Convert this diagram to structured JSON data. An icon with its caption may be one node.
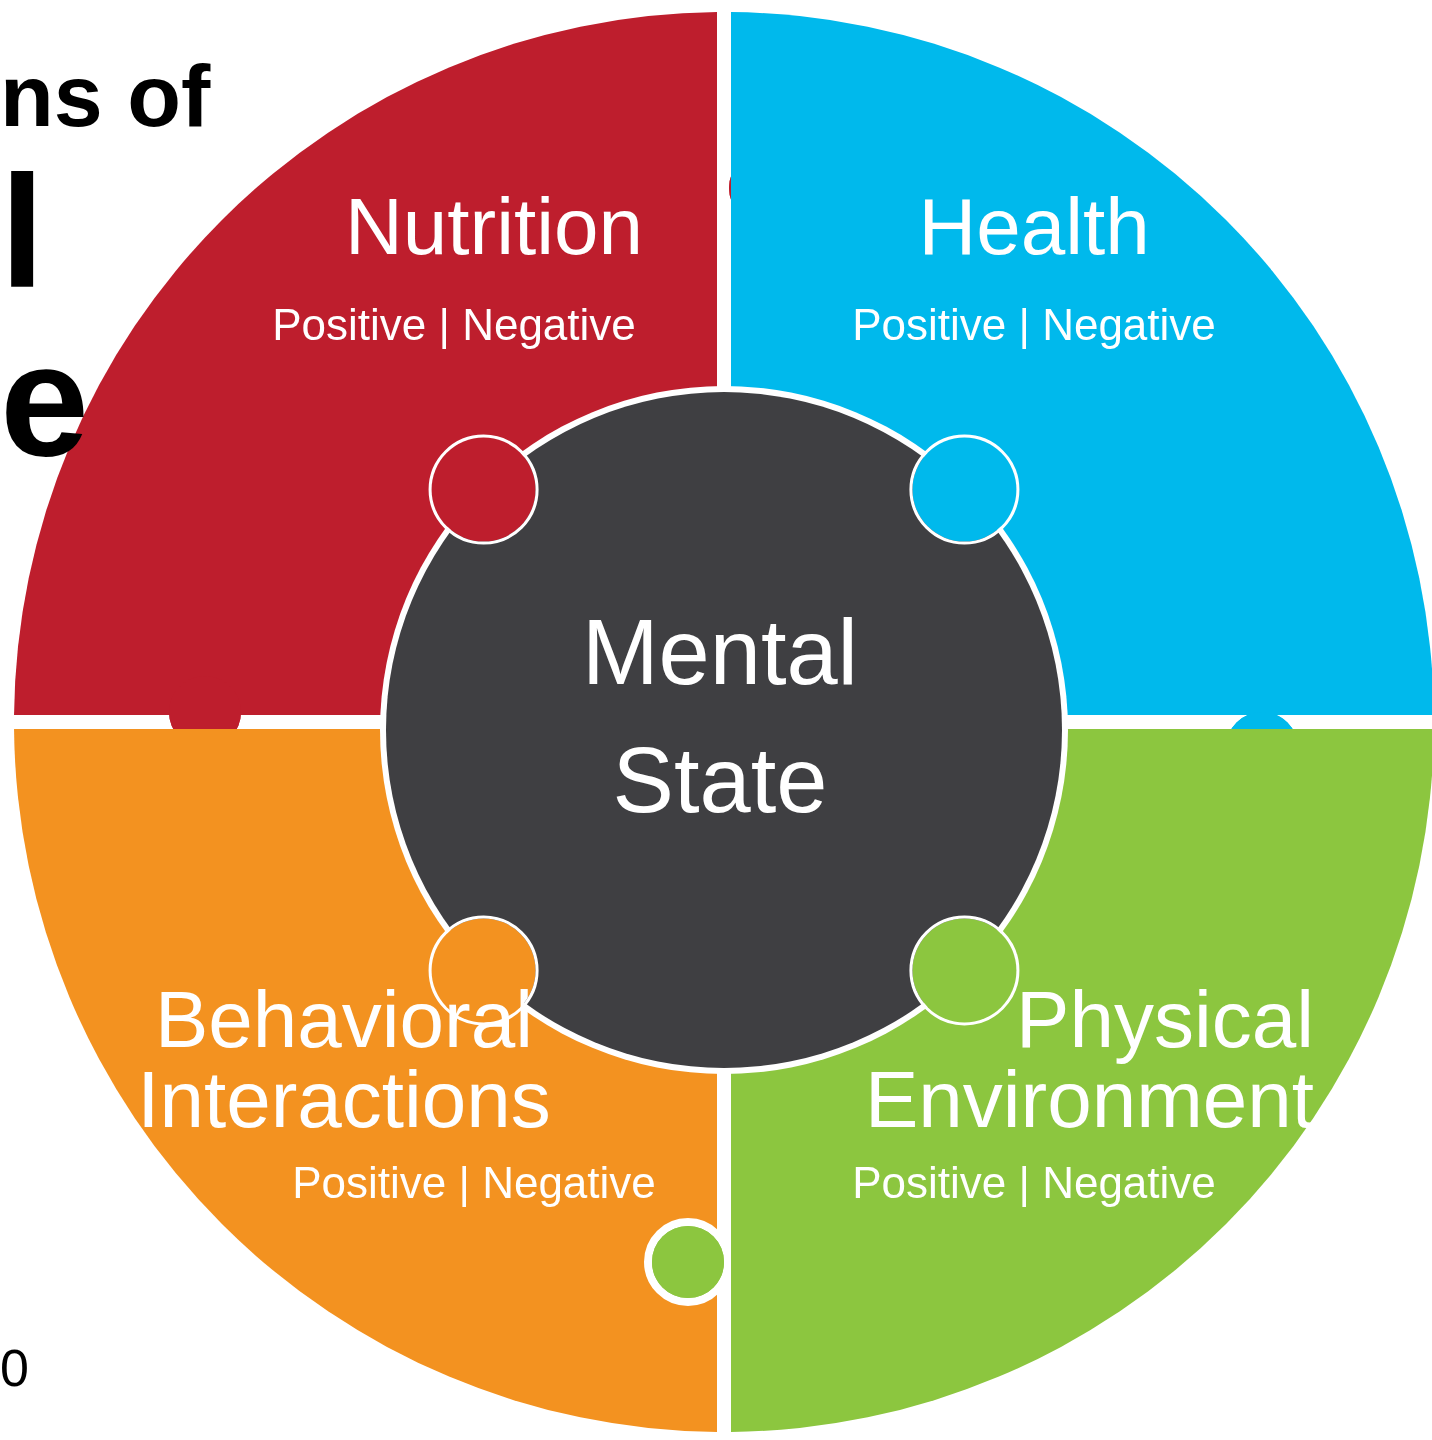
{
  "diagram": {
    "nodes": [
      {
        "text": [
          "Nutrition",
          "Positive | Negative"
        ]
      },
      {
        "text": [
          "Health",
          "Positive | Negative"
        ]
      },
      {
        "text": [
          "Behavioral Interactions",
          "Positive | Negative"
        ]
      },
      {
        "text": [
          "Physical Environment",
          "Positive | Negative"
        ]
      },
      {
        "text": [
          "Mental State"
        ]
      }
    ],
    "labels": [
      "ns of",
      "l",
      "e",
      "0"
    ]
  }
}
